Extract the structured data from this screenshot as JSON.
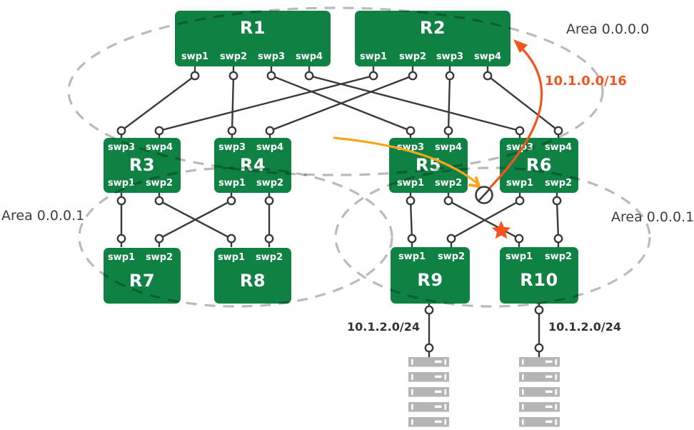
{
  "areas": {
    "backbone": "Area 0.0.0.0",
    "left": "Area 0.0.0.1",
    "right": "Area 0.0.0.1"
  },
  "routers": [
    {
      "name": "R1",
      "bottom_ports": [
        "swp1",
        "swp2",
        "swp3",
        "swp4"
      ]
    },
    {
      "name": "R2",
      "bottom_ports": [
        "swp1",
        "swp2",
        "swp3",
        "swp4"
      ]
    },
    {
      "name": "R3",
      "top_ports": [
        "swp3",
        "swp4"
      ],
      "bottom_ports": [
        "swp1",
        "swp2"
      ]
    },
    {
      "name": "R4",
      "top_ports": [
        "swp3",
        "swp4"
      ],
      "bottom_ports": [
        "swp1",
        "swp2"
      ]
    },
    {
      "name": "R5",
      "top_ports": [
        "swp3",
        "swp4"
      ],
      "bottom_ports": [
        "swp1",
        "swp2"
      ]
    },
    {
      "name": "R6",
      "top_ports": [
        "swp3",
        "swp4"
      ],
      "bottom_ports": [
        "swp1",
        "swp2"
      ]
    },
    {
      "name": "R7",
      "top_ports": [
        "swp1",
        "swp2"
      ]
    },
    {
      "name": "R8",
      "top_ports": [
        "swp1",
        "swp2"
      ]
    },
    {
      "name": "R9",
      "top_ports": [
        "swp1",
        "swp2"
      ]
    },
    {
      "name": "R10",
      "top_ports": [
        "swp1",
        "swp2"
      ]
    }
  ],
  "labels": {
    "route_advertisement": "10.1.0.0/16",
    "subnet_left": "10.1.2.0/24",
    "subnet_right": "10.1.2.0/24"
  },
  "colors": {
    "router_green": "#0e8143",
    "line_dark": "#3a3a3a",
    "accent_orange": "#f5551d",
    "accent_yellow": "#f9a61a",
    "area_dash": "rgba(0,0,0,0.27)",
    "server_gray": "#b5b5b5",
    "text_dark": "#3d3d3d"
  }
}
